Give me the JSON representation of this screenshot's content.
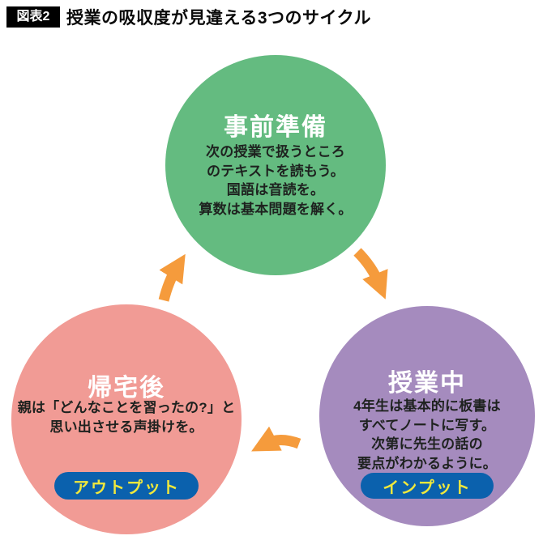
{
  "header": {
    "tag": "図表2",
    "title": "授業の吸収度が見違える3つのサイクル"
  },
  "colors": {
    "green": "#64BB80",
    "purple": "#A58BBE",
    "pink": "#F19B95",
    "orange": "#F59B3C",
    "badge_blue": "#0B61AD",
    "badge_text_yellow": "#F0E83C"
  },
  "cycle": {
    "nodes": [
      {
        "id": "preparation",
        "title": "事前準備",
        "lines": [
          "次の授業で扱うところ",
          "のテキストを読もう。",
          "国語は音読を。",
          "算数は基本問題を解く。"
        ],
        "badge": null,
        "color": "#64BB80"
      },
      {
        "id": "during-class",
        "title": "授業中",
        "lines": [
          "4年生は基本的に板書は",
          "すべてノートに写す。",
          "次第に先生の話の",
          "要点がわかるように。"
        ],
        "badge": "インプット",
        "color": "#A58BBE"
      },
      {
        "id": "after-returning-home",
        "title": "帰宅後",
        "lines": [
          "親は「どんなことを習ったの?」と",
          "思い出させる声掛けを。"
        ],
        "badge": "アウトプット",
        "color": "#F19B95"
      }
    ],
    "arrows": [
      {
        "from": "事前準備",
        "to": "授業中"
      },
      {
        "from": "授業中",
        "to": "帰宅後"
      },
      {
        "from": "帰宅後",
        "to": "事前準備"
      }
    ]
  }
}
